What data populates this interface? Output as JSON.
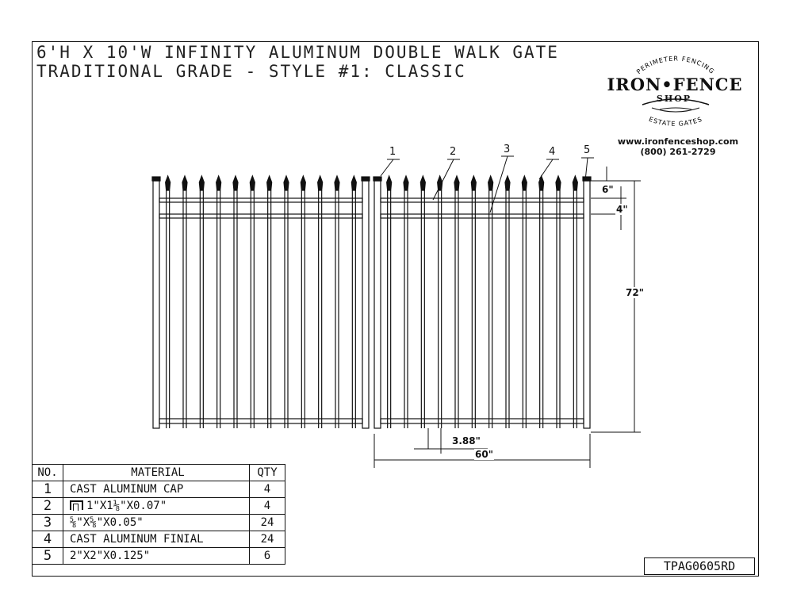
{
  "title": {
    "line1": "6'H X 10'W INFINITY ALUMINUM DOUBLE WALK GATE",
    "line2": "TRADITIONAL GRADE - STYLE #1: CLASSIC"
  },
  "logo": {
    "top_arc": "PERIMETER FENCING",
    "brand": "IRON•FENCE",
    "sub": "SHOP",
    "bottom_arc": "ESTATE GATES",
    "website": "www.ironfenceshop.com",
    "phone": "(800) 261-2729"
  },
  "callouts": [
    "1",
    "2",
    "3",
    "4",
    "5"
  ],
  "dimensions": {
    "top_gap": "6\"",
    "rail_gap": "4\"",
    "height": "72\"",
    "picket_spacing": "3.88\"",
    "width": "60\""
  },
  "bom": {
    "headers": [
      "NO.",
      "MATERIAL",
      "QTY"
    ],
    "rows": [
      {
        "no": "1",
        "material": "CAST ALUMINUM CAP",
        "qty": "4"
      },
      {
        "no": "2",
        "material": "1\"X1⅛\"X0.07\"",
        "qty": "4"
      },
      {
        "no": "3",
        "material": "⅝\"X⅝\"X0.05\"",
        "qty": "24"
      },
      {
        "no": "4",
        "material": "CAST ALUMINUM FINIAL",
        "qty": "24"
      },
      {
        "no": "5",
        "material": "2\"X2\"X0.125\"",
        "qty": "6"
      }
    ]
  },
  "part_number": "TPAG0605RD"
}
